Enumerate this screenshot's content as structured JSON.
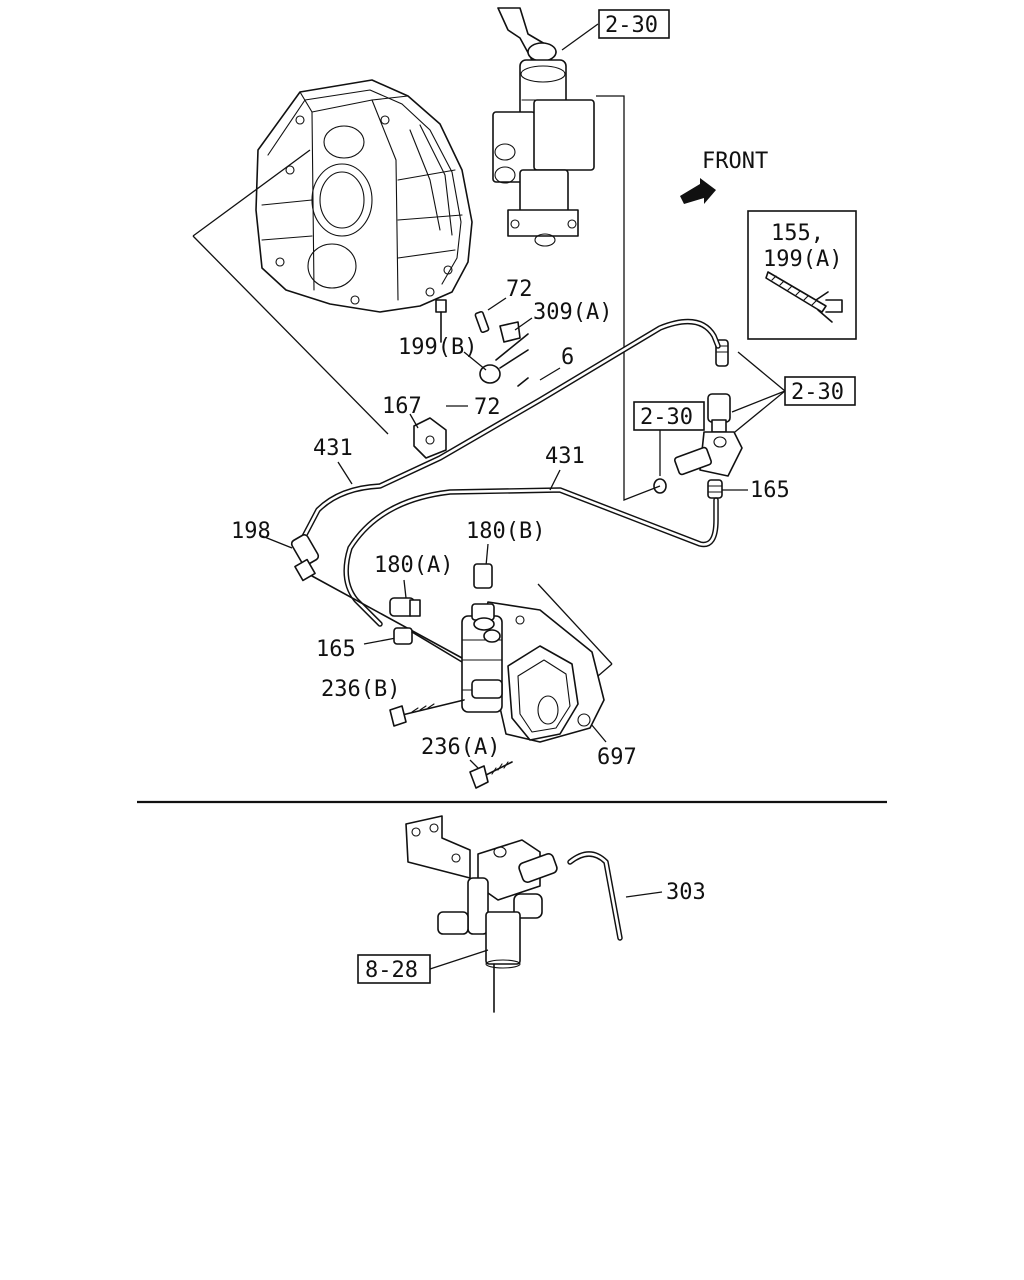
{
  "part_labels": {
    "l72_top": "72",
    "l309a": "309(A)",
    "l199b": "199(B)",
    "l6": "6",
    "l167": "167",
    "l72_mid": "72",
    "l431_left": "431",
    "l431_right": "431",
    "l198": "198",
    "l180b": "180(B)",
    "l180a": "180(A)",
    "l165_left": "165",
    "l165_right": "165",
    "l236b": "236(B)",
    "l236a": "236(A)",
    "l697": "697",
    "l303": "303",
    "l155": "155,",
    "l199a": "199(A)"
  },
  "ref_boxes": {
    "ref_top": "2-30",
    "ref_right": "2-30",
    "ref_mid": "2-30",
    "ref_bottom": "8-28"
  },
  "direction": {
    "label": "FRONT"
  }
}
